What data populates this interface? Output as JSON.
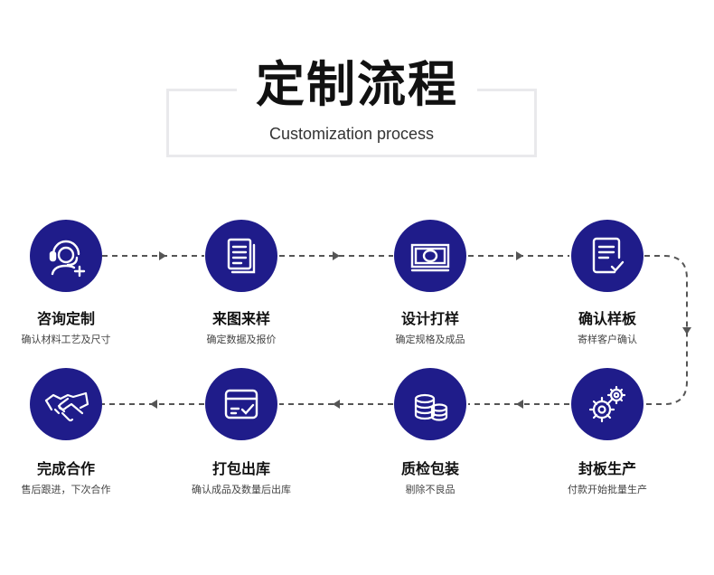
{
  "header": {
    "title": "定制流程",
    "subtitle": "Customization process"
  },
  "steps": [
    {
      "label": "咨询定制",
      "desc": "确认材料工艺及尺寸",
      "icon": "customer-service-icon"
    },
    {
      "label": "来图来样",
      "desc": "确定数据及报价",
      "icon": "document-stack-icon"
    },
    {
      "label": "设计打样",
      "desc": "确定规格及成品",
      "icon": "banknote-icon"
    },
    {
      "label": "确认样板",
      "desc": "寄样客户确认",
      "icon": "checklist-icon"
    },
    {
      "label": "封板生产",
      "desc": "付款开始批量生产",
      "icon": "gears-icon"
    },
    {
      "label": "质检包装",
      "desc": "剔除不良品",
      "icon": "coin-stack-icon"
    },
    {
      "label": "打包出库",
      "desc": "确认成品及数量后出库",
      "icon": "package-box-icon"
    },
    {
      "label": "完成合作",
      "desc": "售后跟进，下次合作",
      "icon": "handshake-icon"
    }
  ],
  "colors": {
    "node": "#1f1c8a",
    "connector": "#555555"
  }
}
